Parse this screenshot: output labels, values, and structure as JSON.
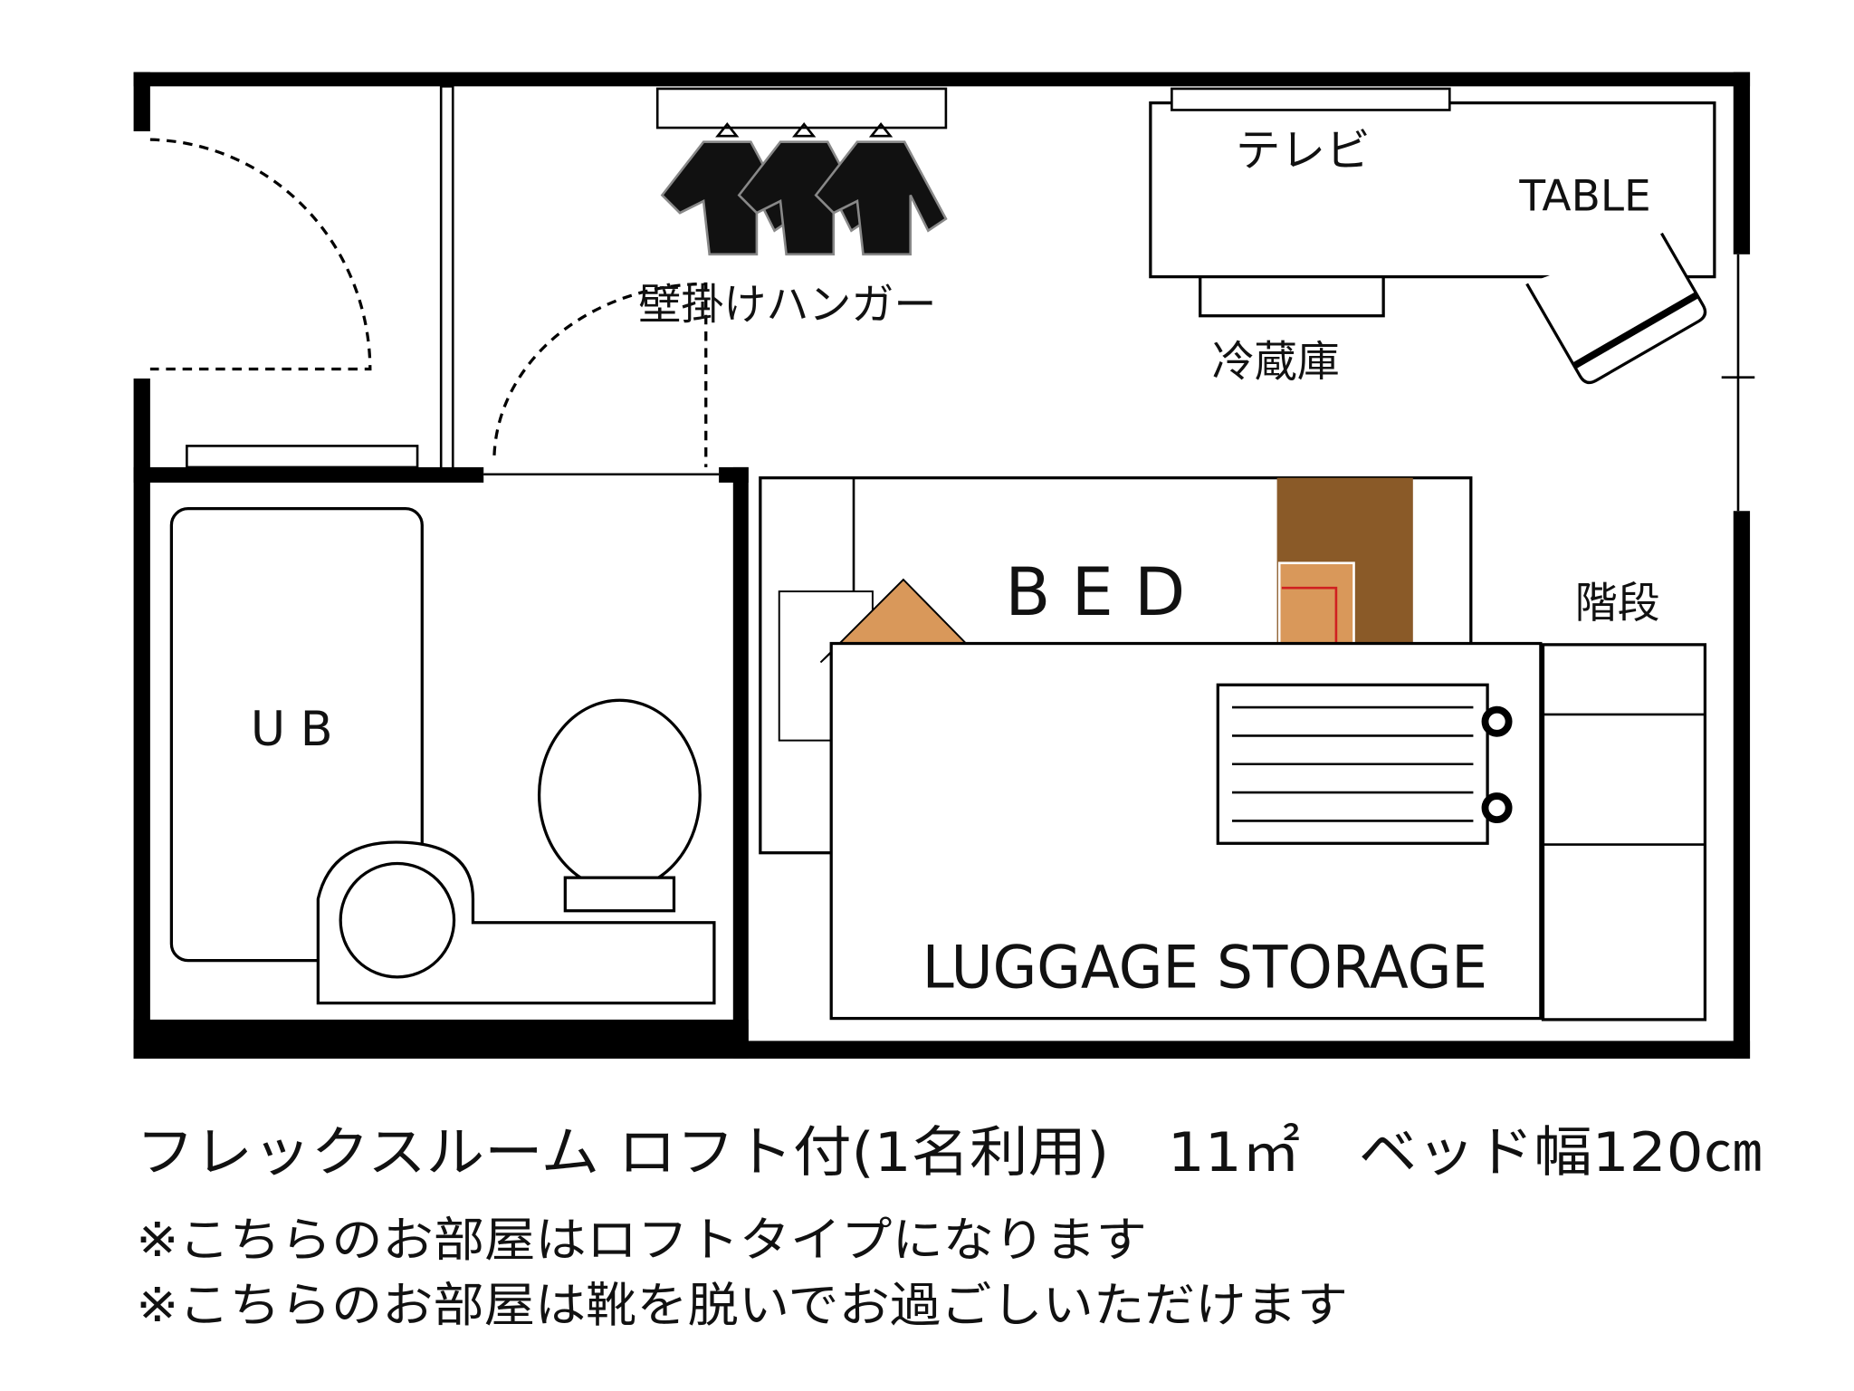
{
  "plan": {
    "labels": {
      "tv": "テレビ",
      "table": "TABLE",
      "fridge": "冷蔵庫",
      "hanger": "壁掛けハンガー",
      "bed": "B E D",
      "stairs": "階段",
      "unit_bath": "U B",
      "luggage": "LUGGAGE STORAGE"
    }
  },
  "caption": {
    "title": "フレックスルーム ロフト付(1名利用)　11㎡　ベッド幅120㎝",
    "note1": "※こちらのお部屋はロフトタイプになります",
    "note2": "※こちらのお部屋は靴を脱いでお過ごしいただけます"
  },
  "colors": {
    "wall": "#000000",
    "wood_dark": "#8a5a28",
    "wood_light": "#d9985a",
    "accent_red": "#d02020"
  }
}
